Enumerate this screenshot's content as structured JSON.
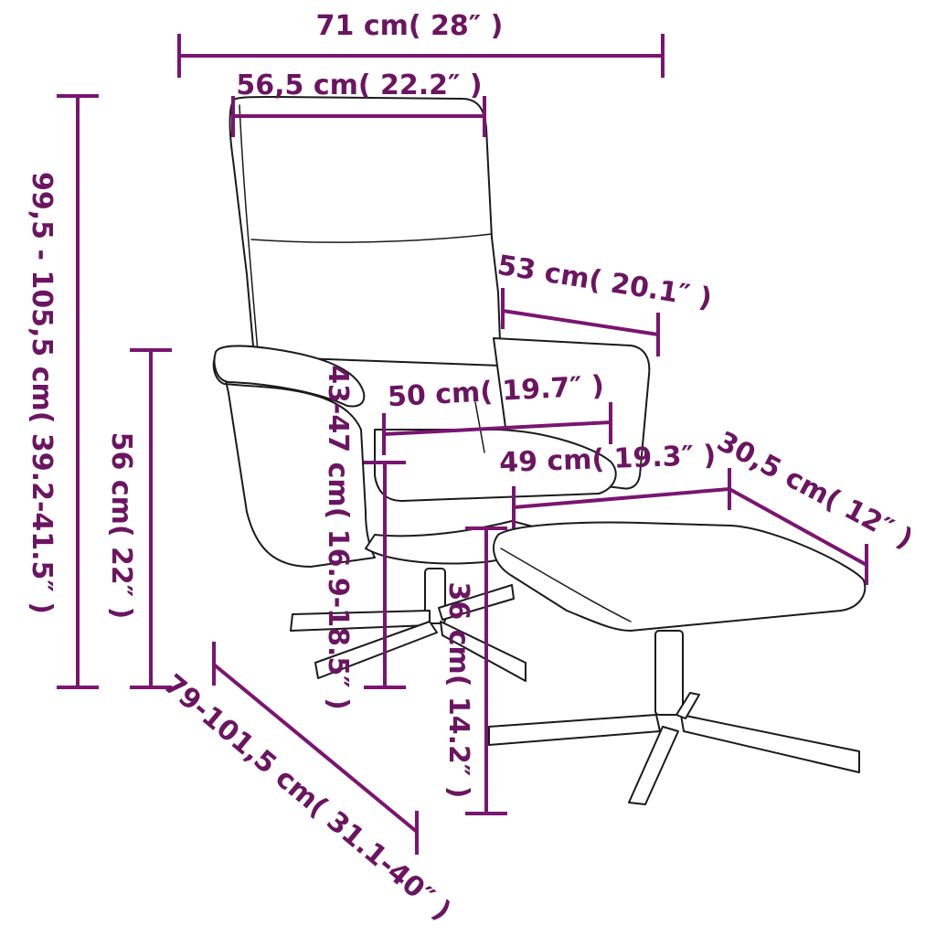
{
  "colors": {
    "dimension": "#7a1570",
    "outline": "#1a1a1a",
    "background": "#ffffff"
  },
  "dimensions": {
    "total_width": "71 cm( 28″ )",
    "backrest_width": "56,5 cm( 22.2″ )",
    "armrest_depth": "53 cm( 20.1″ )",
    "seat_width": "50 cm( 19.7″ )",
    "footstool_length": "49 cm( 19.3″ )",
    "footstool_width": "30,5 cm( 12″ )",
    "total_height": "99,5 - 105,5 cm( 39.2-41.5″ )",
    "armrest_height": "56 cm( 22″ )",
    "seat_height": "43-47 cm( 16.9-18.5″ )",
    "footstool_height": "36 cm( 14.2″ )",
    "total_depth": "79-101,5 cm( 31.1-40″ )"
  }
}
